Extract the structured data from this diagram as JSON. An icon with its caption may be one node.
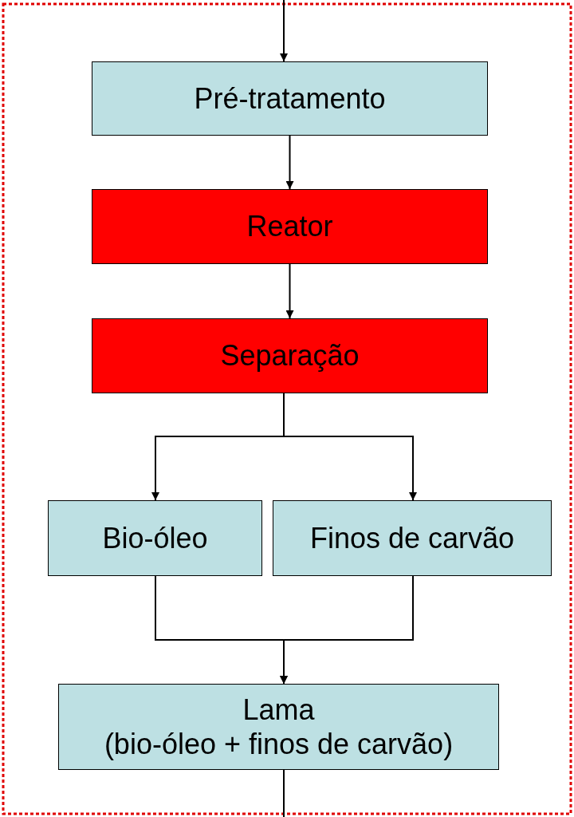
{
  "diagram": {
    "nodes": [
      {
        "text": [
          "Pré-tratamento"
        ]
      },
      {
        "text": [
          "Reator"
        ]
      },
      {
        "text": [
          "Separação"
        ]
      },
      {
        "text": [
          "Bio-óleo"
        ]
      },
      {
        "text": [
          "Finos de carvão"
        ]
      },
      {
        "text": [
          "Lama",
          "(bio-óleo + finos de carvão)"
        ]
      }
    ],
    "edges": [
      {
        "from": null,
        "to": 0,
        "arrow": "to"
      },
      {
        "from": 0,
        "to": 1,
        "arrow": "to"
      },
      {
        "from": 1,
        "to": 2,
        "arrow": "to"
      },
      {
        "from": 2,
        "to": 3,
        "arrow": "to"
      },
      {
        "from": 2,
        "to": 4,
        "arrow": "to"
      },
      {
        "from": 3,
        "to": 5,
        "arrow": "to"
      },
      {
        "from": 4,
        "to": 5,
        "arrow": "to"
      },
      {
        "from": 5,
        "to": null,
        "arrow": "none"
      }
    ]
  }
}
